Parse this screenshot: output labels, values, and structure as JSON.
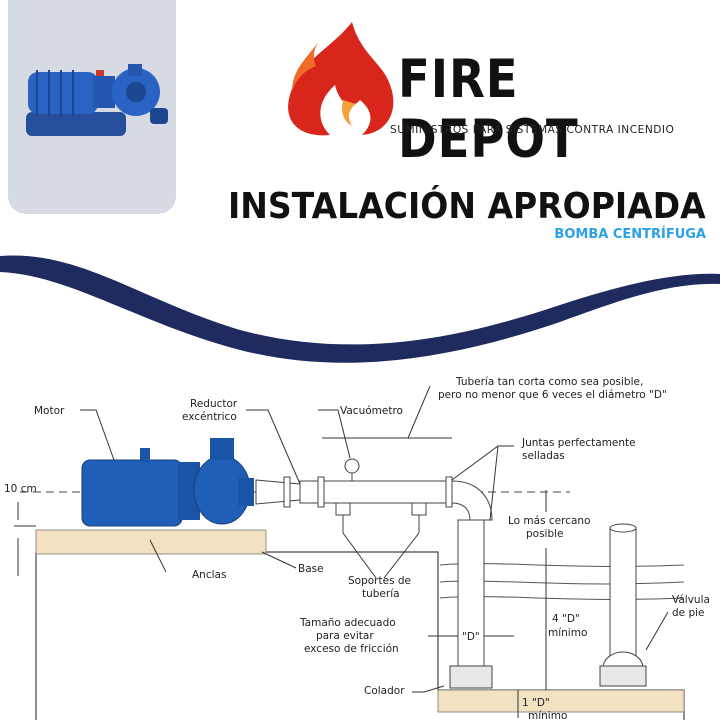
{
  "logo": {
    "name": "FIRE DEPOT",
    "tagline": "SUMINISTROS PARA SISTEMAS CONTRA INCENDIO"
  },
  "heading": {
    "title": "INSTALACIÓN APROPIADA",
    "subtitle": "BOMBA CENTRÍFUGA"
  },
  "colors": {
    "navy": "#1f2a5e",
    "accent_blue": "#2aa0e6",
    "flame_red": "#d9261c",
    "pump_blue": "#1f5fb8",
    "card_gray": "#d6dae3"
  },
  "icons": [
    "flame-icon",
    "pump-photo"
  ],
  "diagram": {
    "labels": {
      "motor": "Motor",
      "reductor_1": "Reductor",
      "reductor_2": "excéntrico",
      "vacuometro": "Vacuómetro",
      "tuberia_1": "Tubería tan corta como sea posible,",
      "tuberia_2": "pero no menor que 6 veces el diámetro \"D\"",
      "juntas_1": "Juntas perfectamente",
      "juntas_2": "selladas",
      "diez_cm": "10 cm",
      "cercano_1": "Lo más cercano",
      "cercano_2": "posible",
      "anclas": "Anclas",
      "base": "Base",
      "soportes_1": "Soportes de",
      "soportes_2": "tubería",
      "valvula_1": "Válvula",
      "valvula_2": "de pie",
      "tamano_1": "Tamaño adecuado",
      "tamano_2": "para evitar",
      "tamano_3": "exceso de fricción",
      "d_label": "\"D\"",
      "cuatro_d_1": "4 \"D\"",
      "cuatro_d_2": "mínimo",
      "colador": "Colador",
      "uno_d_1": "1 \"D\"",
      "uno_d_2": "mínimo"
    }
  }
}
